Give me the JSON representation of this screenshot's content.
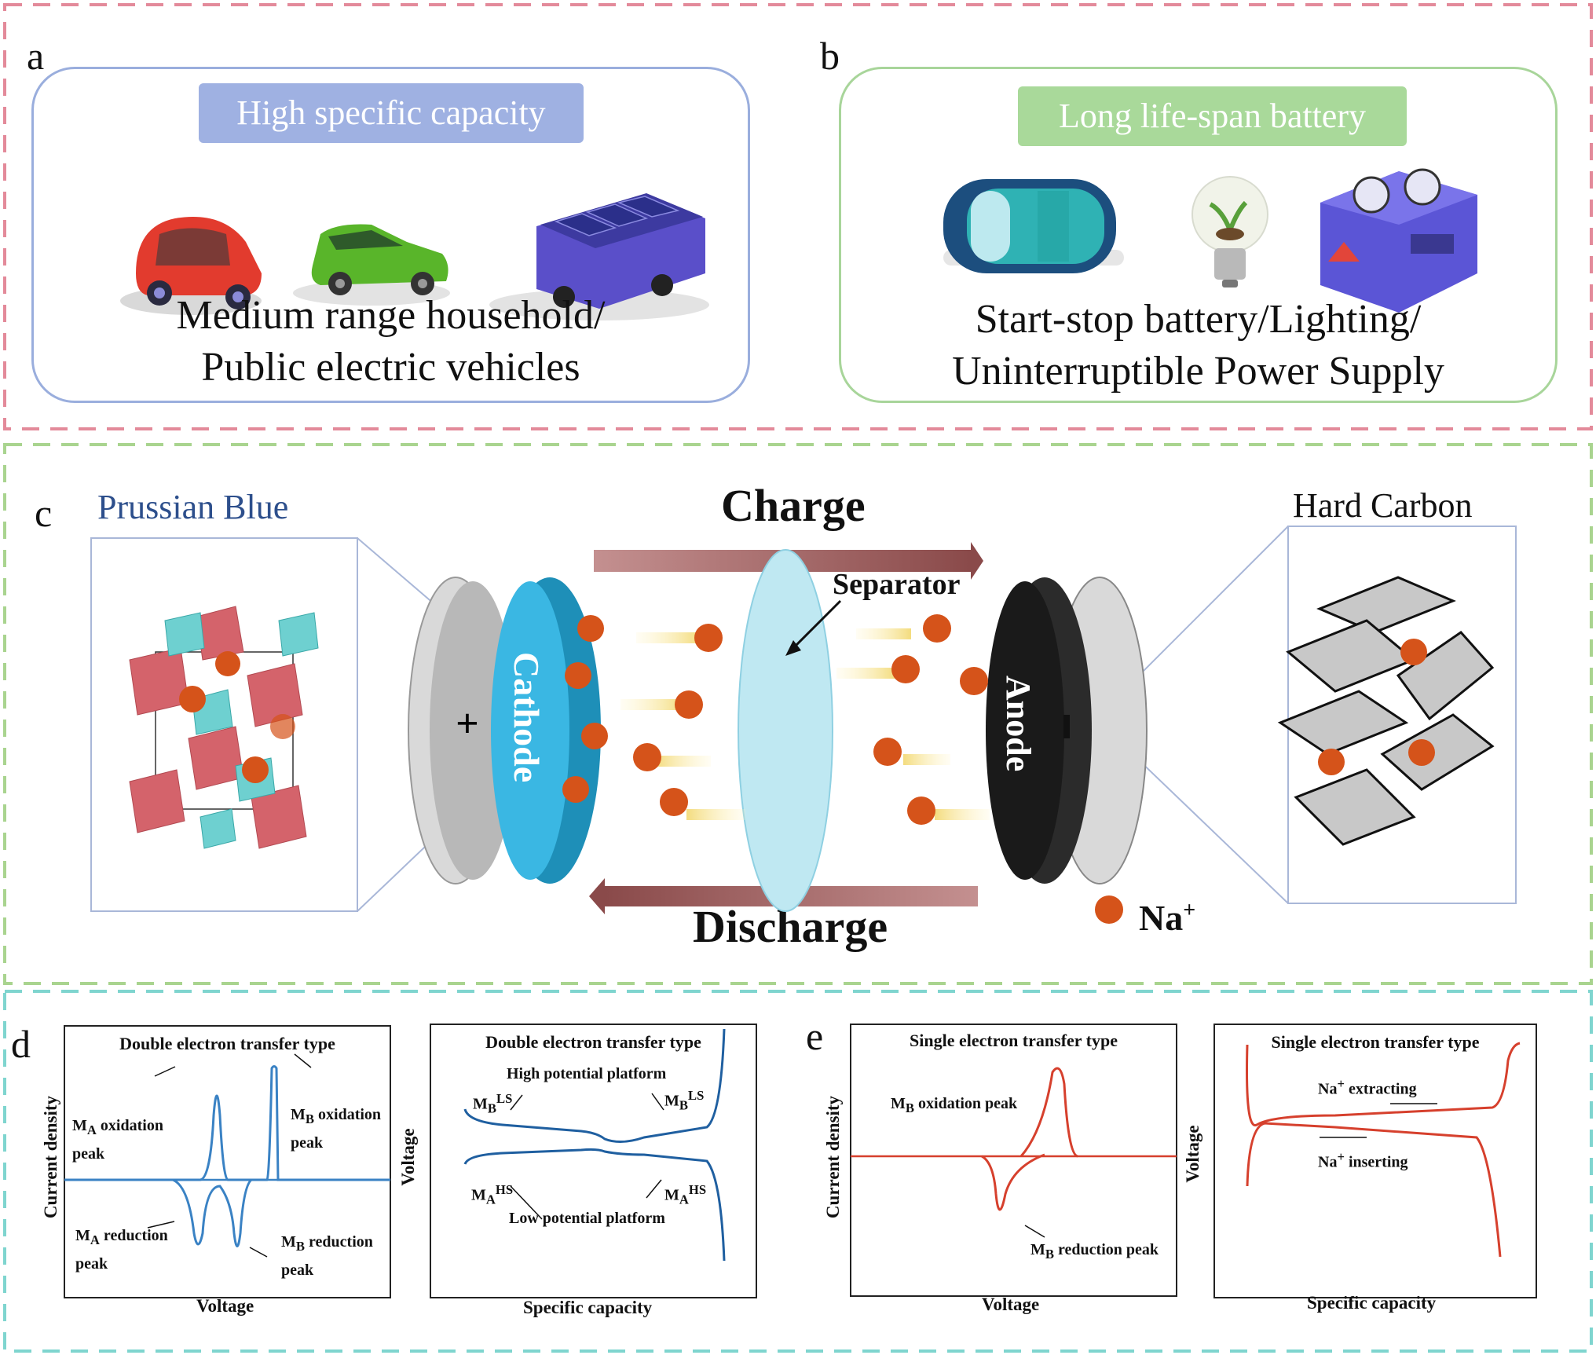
{
  "panel_letters": {
    "a": "a",
    "b": "b",
    "c": "c",
    "d": "d",
    "e": "e"
  },
  "panel_a": {
    "title": "High specific capacity",
    "caption_line1": "Medium range household/",
    "caption_line2": "Public electric vehicles",
    "colors": {
      "border": "#9aaedd",
      "title_bg": "#9fb1e2"
    }
  },
  "panel_b": {
    "title": "Long life-span battery",
    "caption_line1": "Start-stop battery/Lighting/",
    "caption_line2": "Uninterruptible Power Supply",
    "colors": {
      "border": "#a8d59a",
      "title_bg": "#a9d99a"
    }
  },
  "panel_c": {
    "left_label": "Prussian Blue",
    "right_label": "Hard Carbon",
    "charge": "Charge",
    "discharge": "Discharge",
    "separator": "Separator",
    "cathode": "Cathode",
    "anode": "Anode",
    "plus": "+",
    "minus": "-",
    "legend_ion": "Na",
    "legend_ion_sup": "+",
    "colors": {
      "cathode": "#3ab7e3",
      "anode": "#2b2b2b",
      "ion": "#d5531a",
      "arrow": "#a86a6a",
      "separator": "#bfe8f2"
    }
  },
  "panel_d": {
    "cv": {
      "title": "Double electron transfer type",
      "xlabel": "Voltage",
      "ylabel": "Current density",
      "ann_ma_ox_1": "oxidation",
      "ann_ma_ox_2": "peak",
      "ann_mb_ox_1": "oxidation",
      "ann_mb_ox_2": "peak",
      "ann_ma_red_1": "reduction",
      "ann_ma_red_2": "peak",
      "ann_mb_red_1": "reduction",
      "ann_mb_red_2": "peak",
      "m": "M",
      "sub_a": "A",
      "sub_b": "B"
    },
    "gcd": {
      "title": "Double electron transfer type",
      "xlabel": "Specific capacity",
      "ylabel": "Voltage",
      "high": "High potential platform",
      "low": "Low potential platform",
      "ls": "LS",
      "hs": "HS",
      "m": "M",
      "sub_a": "A",
      "sub_b": "B"
    },
    "color": "#3a82c4"
  },
  "panel_e": {
    "cv": {
      "title": "Single electron transfer type",
      "xlabel": "Voltage",
      "ylabel": "Current density",
      "ann_ox": "oxidation peak",
      "ann_red": "reduction peak",
      "m": "M",
      "sub_b": "B"
    },
    "gcd": {
      "title": "Single electron transfer type",
      "xlabel": "Specific capacity",
      "ylabel": "Voltage",
      "extract": "extracting",
      "insert": "inserting",
      "na": "Na",
      "sup": "+"
    },
    "color": "#d6402d"
  },
  "frame_colors": {
    "top": "#e38a9a",
    "middle": "#a9d48f",
    "bottom": "#7fd5cf"
  }
}
